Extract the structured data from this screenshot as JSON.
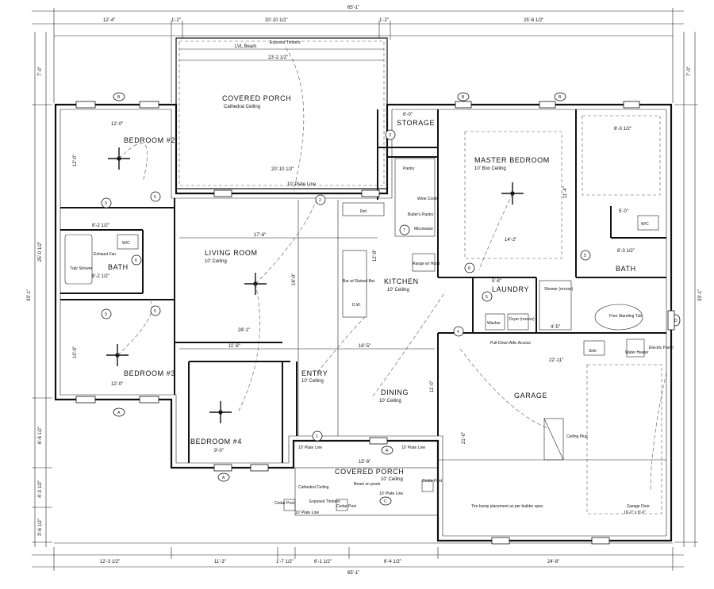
{
  "rooms": {
    "covered_porch_rear": "COVERED PORCH",
    "covered_porch_rear_sub": "Cathedral Ceiling",
    "bedroom2": "BEDROOM #2",
    "bedroom3": "BEDROOM #3",
    "bedroom4": "BEDROOM #4",
    "bath_left": "BATH",
    "living": "LIVING ROOM",
    "living_sub": "10' Ceiling",
    "storage": "STORAGE",
    "master": "MASTER BEDROOM",
    "master_sub": "10' Box Ceiling",
    "kitchen": "KITCHEN",
    "kitchen_sub": "10' Ceiling",
    "laundry": "LAUNDRY",
    "bath_right": "BATH",
    "entry": "ENTRY",
    "entry_sub": "10' Ceiling",
    "dining": "DINING",
    "dining_sub": "10' Ceiling",
    "garage": "GARAGE",
    "covered_porch_front": "COVERED PORCH",
    "covered_porch_front_sub": "10' Ceiling"
  },
  "dims": {
    "overall_top": "65'-1\"",
    "overall_bottom": "65'-1\"",
    "top_left": "12'-4\"",
    "top_gap1": "1'-2\"",
    "top_porch": "20'-10 1/2\"",
    "top_gap2": "1'-2\"",
    "top_right": "25'-6 1/2\"",
    "left_overall": "33'-1\"",
    "left_mid": "25'-0 1/2\"",
    "right_overall": "33'-1\"",
    "left_top": "7'-0\"",
    "right_top": "7'-0\"",
    "left_low": "6'-6 1/2\"",
    "left_low2": "4'-3 1/2\"",
    "left_low3": "3'-6 1/2\"",
    "bot_1": "12'-3 1/2\"",
    "bot_2": "11'-3\"",
    "bot_3": "1'-7 1/2\"",
    "bot_4": "6'-1 1/2\"",
    "bot_5": "6'-4 1/2\"",
    "bot_6": "24'-8\"",
    "porch_inner": "23'-2 1/2\"",
    "porch_inner2": "20'-10 1/2\"",
    "bed2_w": "12'-0\"",
    "bed2_d": "12'-0\"",
    "bed3_w": "12'-0\"",
    "bed3_d": "10'-0\"",
    "bath_w": "8'-2 1/2\"",
    "bath_w2": "8'-2 1/2\"",
    "living_w": "17'-6\"",
    "living_d": "18'-0\"",
    "living_full": "28'-1\"",
    "hall_a": "11'-8\"",
    "hall_b": "16'-5\"",
    "bed4_w": "9'-0\"",
    "kitchen_w": "12'-8\"",
    "master_w": "14'-2\"",
    "master_d": "11'-4\"",
    "storage_w": "6'-0\"",
    "laundry_w": "5'-8\"",
    "shower_w": "4'-5\"",
    "mbath_w": "8'-3 1/2\"",
    "mbath_w2": "8'-3 1/2\"",
    "mbath_c": "5'-0\"",
    "garage_w": "22'-11\"",
    "garage_d": "21'-0\"",
    "porch_front_w": "15'-6\"",
    "entry_d": "11'-0\""
  },
  "notes": {
    "lvl_beam": "LVL Beam",
    "exposed_timbers": "Exposed Timbers",
    "plate_line_rear": "10' Plate Line",
    "plate_line_a": "10' Plate Line",
    "plate_line_b": "10' Plate Line",
    "plate_line_c": "10' Plate Line",
    "plate_line_d": "10' Plate Line",
    "pantry": "Pantry",
    "wine_cooler": "Wine Cooler",
    "butlers_pantry": "Butler's Pantry",
    "microwave": "Microwave",
    "ref": "Ref.",
    "range": "Range w/ Hood",
    "bar": "Bar w/ Raised Bar",
    "dw": "D.W.",
    "tub_shower": "Tub/ Shower",
    "exhaust_fan": "Exhaust Fan",
    "shower_recess": "Shower (recess)",
    "free_tub": "Free Standing Tub",
    "pull_down": "Pull-Down Attic Access",
    "dryer": "Dryer (recess)",
    "washer": "Washer",
    "sink": "Sink",
    "water_heater": "Water Heater",
    "electric_panel": "Electric Panel",
    "ceiling_plug": "Ceiling Plug",
    "garage_door": "Garage Door",
    "garage_door_size": "16'-0\" x 8'-0\"",
    "tire_bump": "Tire bump placement as per builder spec.",
    "beam_posts": "Beam on posts",
    "cathedral_front": "Cathedral Ceiling",
    "cedar_post_a": "Cedar Post",
    "cedar_post_b": "Cedar Post",
    "cedar_post_c": "Cedar Post",
    "exposed_timbers_front": "Exposed Timbers",
    "wc_left": "W/C",
    "wc_right": "W/C"
  },
  "door_tags": [
    "1",
    "2",
    "3",
    "4",
    "5",
    "6",
    "7",
    "8",
    "9"
  ],
  "window_tags": [
    "A",
    "B",
    "C",
    "D"
  ],
  "colors": {
    "line": "#111111",
    "paper": "#ffffff"
  }
}
